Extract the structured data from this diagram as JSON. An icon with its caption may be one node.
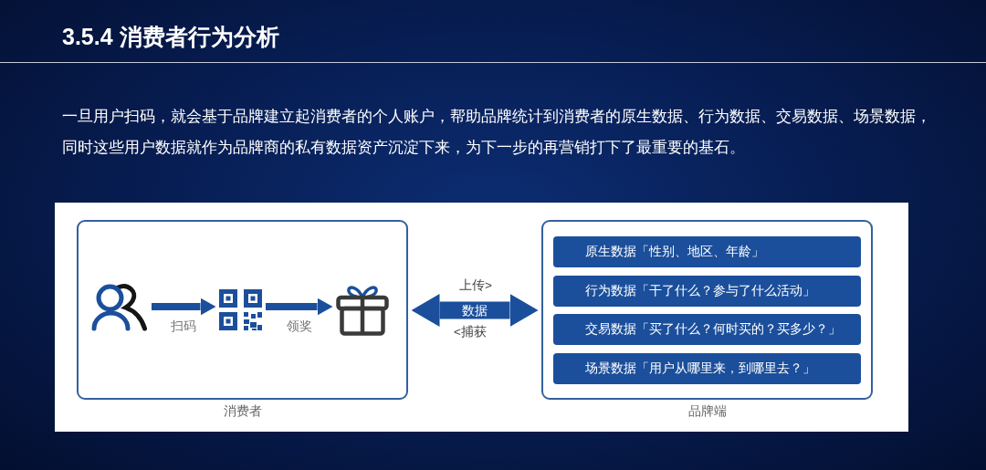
{
  "diagram": {
    "title": "3.5.4 消费者行为分析",
    "nodes": [
      {
        "text": [
          "消费者"
        ]
      },
      {
        "text": [],
        "shape": "person",
        "in": 0
      },
      {
        "text": [],
        "shape": "picture",
        "in": 0
      },
      {
        "text": [],
        "shape": "picture",
        "in": 0
      },
      {
        "text": [
          "品牌端"
        ]
      },
      {
        "text": [
          "原生数据「性别、地区、年龄」"
        ],
        "in": 4
      },
      {
        "text": [
          "行为数据「干了什么？参与了什么活动」"
        ],
        "in": 4
      },
      {
        "text": [
          "交易数据「买了什么？何时买的？买多少？」"
        ],
        "in": 4
      },
      {
        "text": [
          "场景数据「用户从哪里来，到哪里去？」"
        ],
        "in": 4
      }
    ],
    "edges": [
      {
        "from": 1,
        "to": 2,
        "arrow": "to",
        "label": "扫码"
      },
      {
        "from": 2,
        "to": 3,
        "arrow": "to",
        "label": "领奖"
      },
      {
        "from": 0,
        "to": 4,
        "arrow": "both",
        "label": "数据",
        "style": "thick"
      }
    ],
    "labels": [
      "一旦用户扫码，就会基于品牌建立起消费者的个人账户，帮助品牌统计到消费者的原生数据、行为数据、交易数据、场景数据，同时这些用户数据就作为品牌商的私有数据资产沉淀下来，为下一步的再营销打下了最重要的基石。",
      "上传>",
      "<捕获"
    ]
  }
}
